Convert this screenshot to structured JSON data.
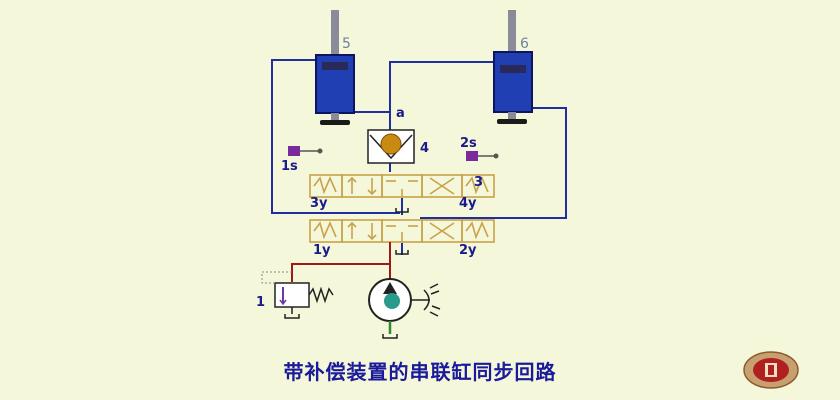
{
  "caption": "带补偿装置的串联缸同步回路",
  "labels": {
    "cyl5": "5",
    "cyl6": "6",
    "node_a": "a",
    "check_valve": "4",
    "sw_1s": "1s",
    "sw_2s": "2s",
    "valve3": "3",
    "sol_3y": "3y",
    "sol_4y": "4y",
    "sol_1y": "1y",
    "sol_2y": "2y",
    "relief_valve": "1"
  },
  "colors": {
    "background": "#f4f7d9",
    "cylinder_fill": "#1f3fb3",
    "pipe_blue": "#1f2f9f",
    "pipe_red": "#a01818",
    "pipe_green": "#2e8b2e",
    "valve_gold": "#c9a24a",
    "caption": "#1a1a9a"
  },
  "icons": [
    "cylinder",
    "check-valve",
    "limit-switch",
    "directional-valve",
    "relief-valve",
    "pump",
    "university-logo"
  ]
}
